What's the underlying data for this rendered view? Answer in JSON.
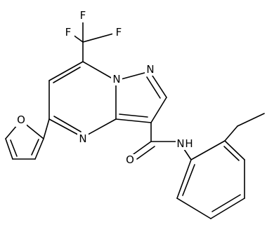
{
  "molecule": {
    "atom_labels": {
      "f_top": "F",
      "f_left": "F",
      "f_right": "F",
      "n_bridge": "N",
      "n_pyrazole": "N",
      "n_pyrimidine": "N",
      "o_furan": "O",
      "o_carbonyl": "O",
      "n_amide": "N",
      "h_amide": "H"
    }
  }
}
